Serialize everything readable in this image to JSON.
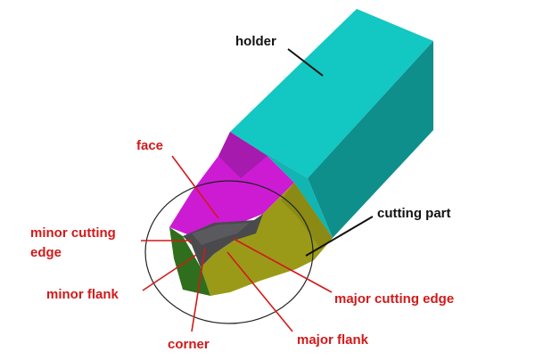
{
  "labels": {
    "holder": "holder",
    "face": "face",
    "cutting_part": "cutting part",
    "minor_cutting_edge_line1": "minor cutting",
    "minor_cutting_edge_line2": "edge",
    "minor_flank": "minor flank",
    "corner": "corner",
    "major_flank": "major flank",
    "major_cutting_edge": "major cutting edge"
  },
  "colors": {
    "holder_front": "#11b5b2",
    "holder_top": "#13c7c3",
    "holder_side": "#0e8f8c",
    "face": "#cc1bd3",
    "face_dark": "#9a1aa0",
    "major_flank": "#9a9a18",
    "minor_flank": "#2f6e1c",
    "tip": "#4a4a4c",
    "black_label": "#111111",
    "red_label": "#d11a1a"
  }
}
